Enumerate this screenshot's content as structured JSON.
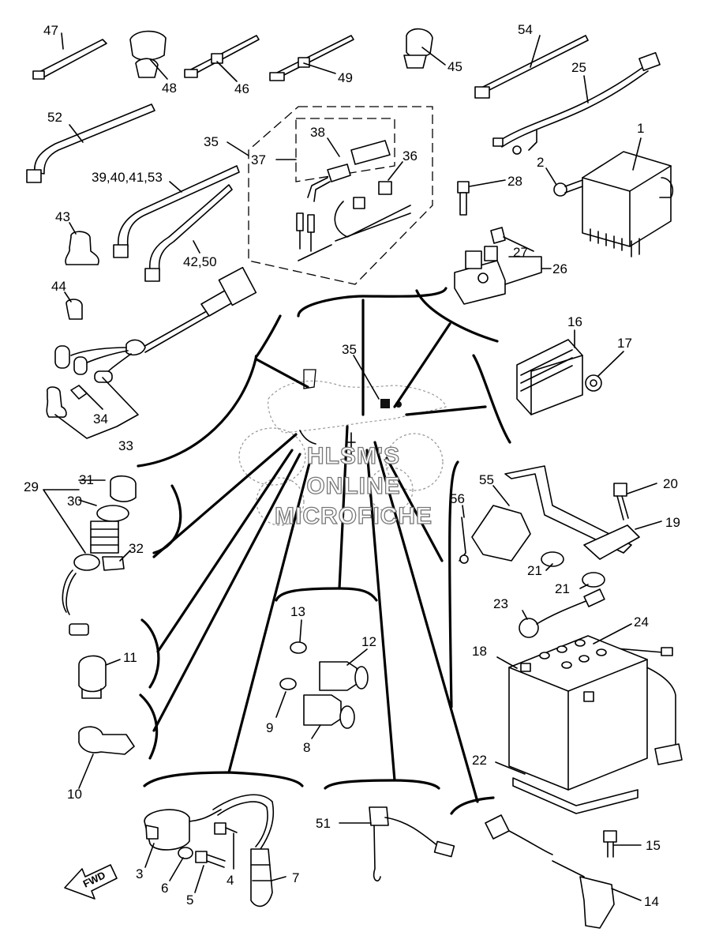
{
  "callouts": [
    {
      "id": "c47",
      "text": "47"
    },
    {
      "id": "c48",
      "text": "48"
    },
    {
      "id": "c46",
      "text": "46"
    },
    {
      "id": "c49",
      "text": "49"
    },
    {
      "id": "c45",
      "text": "45"
    },
    {
      "id": "c54",
      "text": "54"
    },
    {
      "id": "c25",
      "text": "25"
    },
    {
      "id": "c52",
      "text": "52"
    },
    {
      "id": "c35a",
      "text": "35"
    },
    {
      "id": "c37",
      "text": "37"
    },
    {
      "id": "c38",
      "text": "38"
    },
    {
      "id": "c36",
      "text": "36"
    },
    {
      "id": "c1",
      "text": "1"
    },
    {
      "id": "c2",
      "text": "2"
    },
    {
      "id": "c39",
      "text": "39,40,41,53"
    },
    {
      "id": "c28",
      "text": "28"
    },
    {
      "id": "c43",
      "text": "43"
    },
    {
      "id": "c27",
      "text": "27"
    },
    {
      "id": "c42",
      "text": "42,50"
    },
    {
      "id": "c26",
      "text": "26"
    },
    {
      "id": "c44",
      "text": "44"
    },
    {
      "id": "c16",
      "text": "16"
    },
    {
      "id": "c17",
      "text": "17"
    },
    {
      "id": "c35b",
      "text": "35"
    },
    {
      "id": "c34",
      "text": "34"
    },
    {
      "id": "c33",
      "text": "33"
    },
    {
      "id": "c55",
      "text": "55"
    },
    {
      "id": "c20",
      "text": "20"
    },
    {
      "id": "c56",
      "text": "56"
    },
    {
      "id": "c19",
      "text": "19"
    },
    {
      "id": "c29",
      "text": "29"
    },
    {
      "id": "c31",
      "text": "31"
    },
    {
      "id": "c30",
      "text": "30"
    },
    {
      "id": "c32",
      "text": "32"
    },
    {
      "id": "c21a",
      "text": "21"
    },
    {
      "id": "c21b",
      "text": "21"
    },
    {
      "id": "c13",
      "text": "13"
    },
    {
      "id": "c23",
      "text": "23"
    },
    {
      "id": "c24",
      "text": "24"
    },
    {
      "id": "c12",
      "text": "12"
    },
    {
      "id": "c11",
      "text": "11"
    },
    {
      "id": "c18",
      "text": "18"
    },
    {
      "id": "c9",
      "text": "9"
    },
    {
      "id": "c8",
      "text": "8"
    },
    {
      "id": "c10",
      "text": "10"
    },
    {
      "id": "c22",
      "text": "22"
    },
    {
      "id": "c51",
      "text": "51"
    },
    {
      "id": "c15",
      "text": "15"
    },
    {
      "id": "c3",
      "text": "3"
    },
    {
      "id": "c6",
      "text": "6"
    },
    {
      "id": "c4",
      "text": "4"
    },
    {
      "id": "c7",
      "text": "7"
    },
    {
      "id": "c5",
      "text": "5"
    },
    {
      "id": "c14",
      "text": "14"
    }
  ],
  "watermark": {
    "line1": "HLSM'S",
    "line2": "ONLINE",
    "line3": "MICROFICHE"
  },
  "fwd_label": "FWD"
}
